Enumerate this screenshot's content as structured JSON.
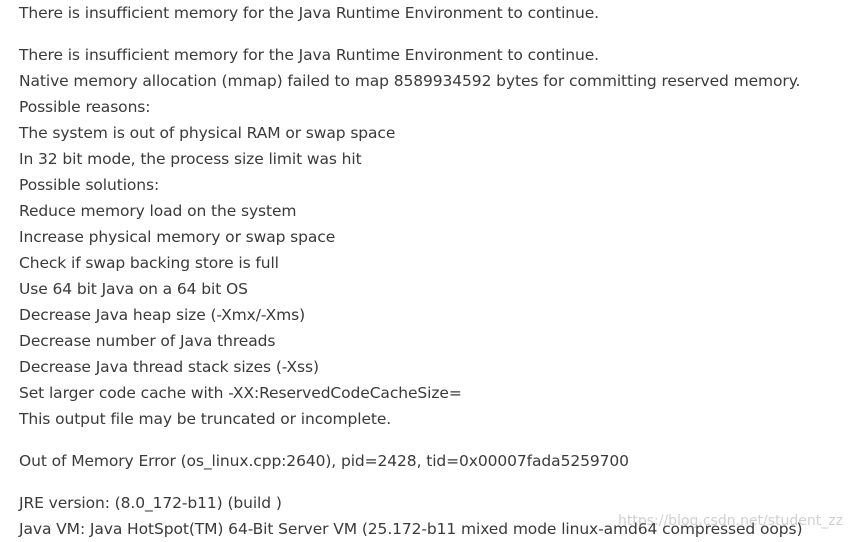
{
  "document": {
    "title_line": "There is insufficient memory for the Java Runtime Environment to continue.",
    "details": [
      "There is insufficient memory for the Java Runtime Environment to continue.",
      "Native memory allocation (mmap) failed to map 8589934592 bytes for committing reserved memory.",
      "Possible reasons:",
      "The system is out of physical RAM or swap space",
      "In 32 bit mode, the process size limit was hit",
      "Possible solutions:",
      "Reduce memory load on the system",
      "Increase physical memory or swap space",
      "Check if swap backing store is full",
      "Use 64 bit Java on a 64 bit OS",
      "Decrease Java heap size (-Xmx/-Xms)",
      "Decrease number of Java threads",
      "Decrease Java thread stack sizes (-Xss)",
      "Set larger code cache with -XX:ReservedCodeCacheSize=",
      "This output file may be truncated or incomplete."
    ],
    "oom_line": "Out of Memory Error (os_linux.cpp:2640), pid=2428, tid=0x00007fada5259700",
    "jre_lines": [
      "JRE version: (8.0_172-b11) (build )",
      "Java VM: Java HotSpot(TM) 64-Bit Server VM (25.172-b11 mixed mode linux-amd64 compressed oops)"
    ],
    "watermark": "https://blog.csdn.net/student_zz"
  }
}
